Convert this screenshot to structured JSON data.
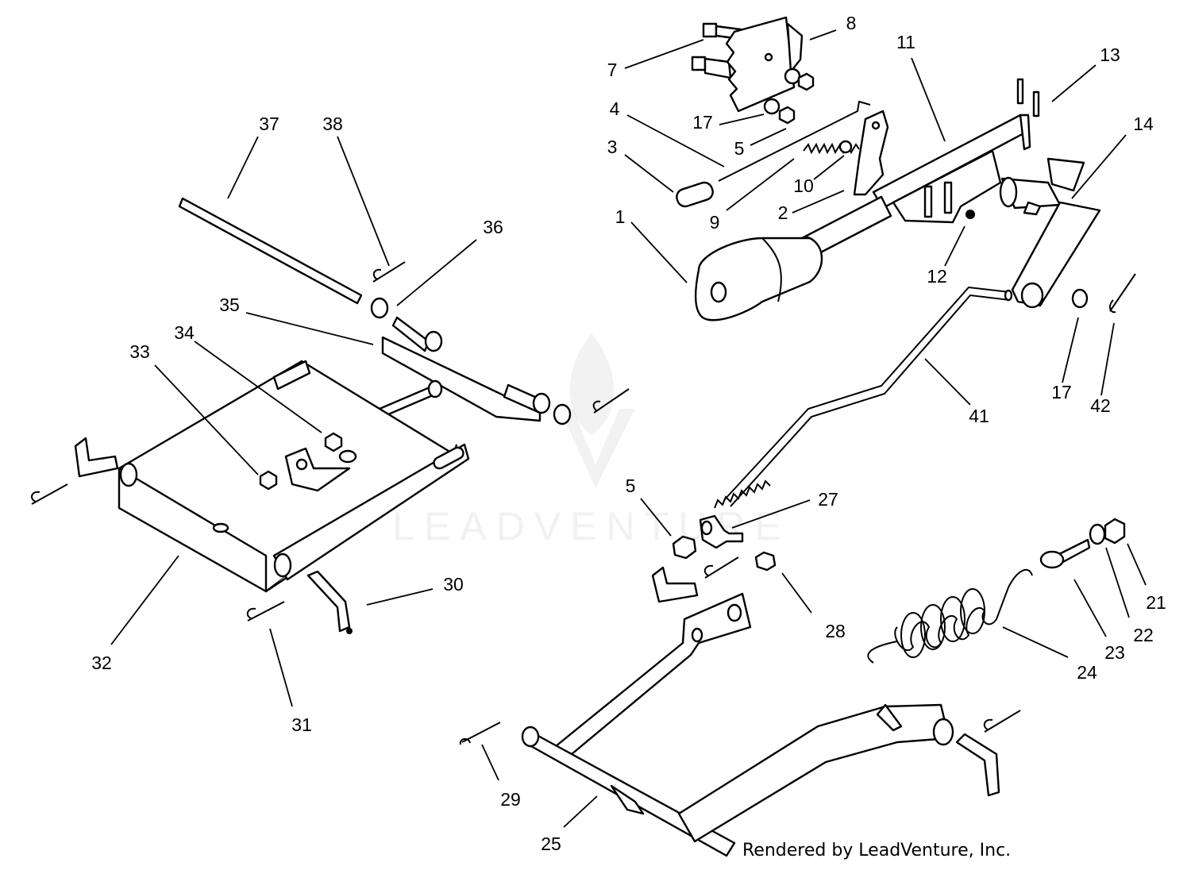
{
  "watermark": {
    "text": "LEADVENTURE"
  },
  "credit": "Rendered by LeadVenture, Inc.",
  "callouts": [
    {
      "label": "1"
    },
    {
      "label": "2"
    },
    {
      "label": "3"
    },
    {
      "label": "4"
    },
    {
      "label": "5"
    },
    {
      "label": "7"
    },
    {
      "label": "8"
    },
    {
      "label": "9"
    },
    {
      "label": "10"
    },
    {
      "label": "11"
    },
    {
      "label": "12"
    },
    {
      "label": "13"
    },
    {
      "label": "14"
    },
    {
      "label": "17"
    },
    {
      "label": "17"
    },
    {
      "label": "42"
    },
    {
      "label": "41"
    },
    {
      "label": "37"
    },
    {
      "label": "38"
    },
    {
      "label": "36"
    },
    {
      "label": "35"
    },
    {
      "label": "34"
    },
    {
      "label": "33"
    },
    {
      "label": "32"
    },
    {
      "label": "31"
    },
    {
      "label": "30"
    },
    {
      "label": "5"
    },
    {
      "label": "27"
    },
    {
      "label": "28"
    },
    {
      "label": "21"
    },
    {
      "label": "22"
    },
    {
      "label": "23"
    },
    {
      "label": "24"
    },
    {
      "label": "29"
    },
    {
      "label": "25"
    }
  ]
}
